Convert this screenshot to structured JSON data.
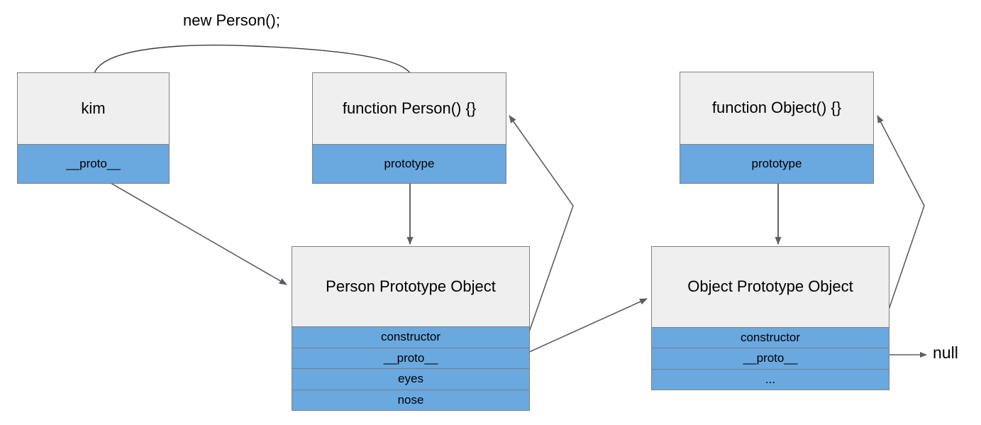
{
  "diagram": {
    "title_label": "new Person();",
    "null_label": "null",
    "colors": {
      "slot_blue": "#6aa8e0",
      "header_gray": "#efefef",
      "border_gray": "#808080",
      "edge_gray": "#5a5f63",
      "text_black": "#000000",
      "background": "#ffffff"
    },
    "nodes": [
      {
        "id": "kim",
        "title": "kim",
        "slots": [
          "__proto__"
        ]
      },
      {
        "id": "person-fn",
        "title": "function Person() {}",
        "slots": [
          "prototype"
        ]
      },
      {
        "id": "object-fn",
        "title": "function Object() {}",
        "slots": [
          "prototype"
        ]
      },
      {
        "id": "person-proto",
        "title": "Person Prototype Object",
        "slots": [
          "constructor",
          "__proto__",
          "eyes",
          "nose"
        ]
      },
      {
        "id": "object-proto",
        "title": "Object Prototype Object",
        "slots": [
          "constructor",
          "__proto__",
          "..."
        ]
      }
    ],
    "edges": [
      {
        "id": "kim-created-by-person",
        "from": "kim",
        "to": "person-fn",
        "label": "new Person();",
        "style": "curved"
      },
      {
        "id": "kim-proto-to-person-proto",
        "from": "kim.__proto__",
        "to": "person-proto",
        "style": "straight"
      },
      {
        "id": "person-fn-prototype-to-person-proto",
        "from": "person-fn.prototype",
        "to": "person-proto",
        "style": "straight-vertical"
      },
      {
        "id": "person-proto-constructor-to-person-fn",
        "from": "person-proto.constructor",
        "to": "person-fn",
        "style": "elbow"
      },
      {
        "id": "person-proto-proto-to-object-proto",
        "from": "person-proto.__proto__",
        "to": "object-proto",
        "style": "straight"
      },
      {
        "id": "object-fn-prototype-to-object-proto",
        "from": "object-fn.prototype",
        "to": "object-proto",
        "style": "straight-vertical"
      },
      {
        "id": "object-proto-constructor-to-object-fn",
        "from": "object-proto.constructor",
        "to": "object-fn",
        "style": "elbow"
      },
      {
        "id": "object-proto-proto-to-null",
        "from": "object-proto.__proto__",
        "to": "null",
        "style": "straight"
      }
    ]
  }
}
